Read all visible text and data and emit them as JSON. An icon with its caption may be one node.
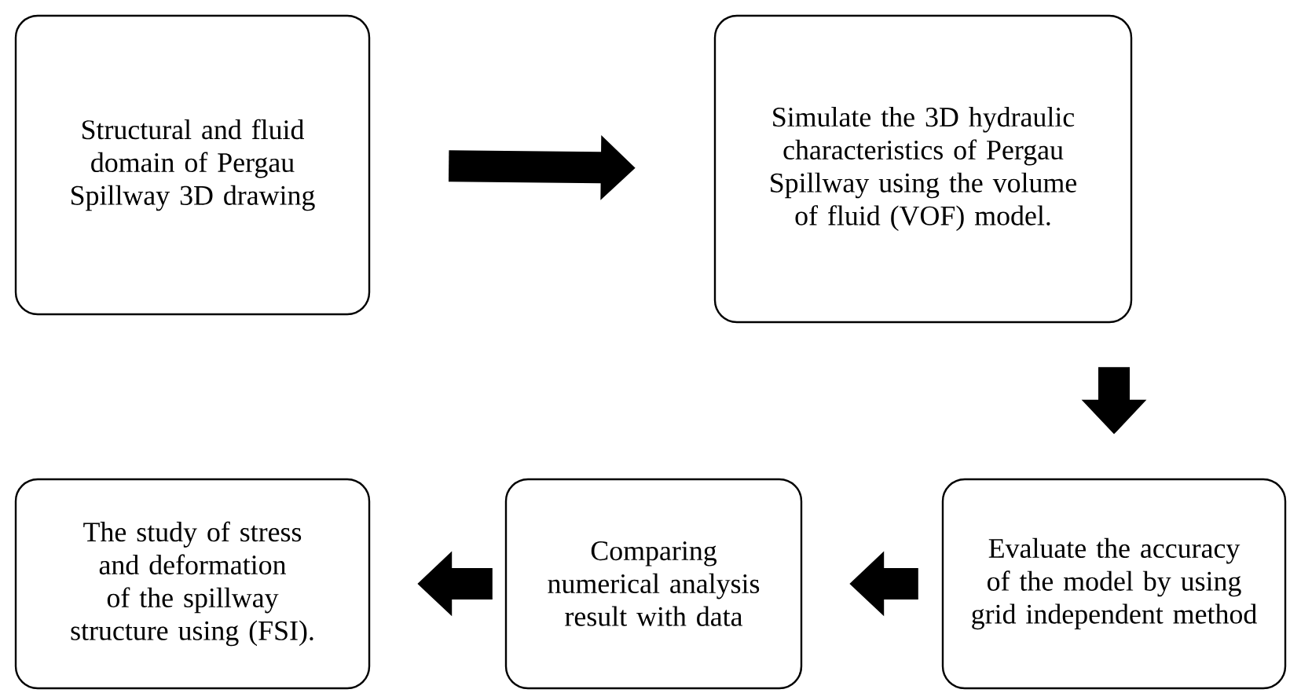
{
  "diagram": {
    "nodes": [
      {
        "text": [
          "Structural and fluid domain of Pergau Spillway 3D drawing"
        ]
      },
      {
        "text": [
          "Simulate the 3D hydraulic characteristics of Pergau Spillway using the volume of fluid (VOF) model."
        ]
      },
      {
        "text": [
          "Evaluate the accuracy of the model by using grid independent method"
        ]
      },
      {
        "text": [
          "Comparing numerical analysis result with data"
        ]
      },
      {
        "text": [
          "The study of stress and deformation of the spillway structure using (FSI)."
        ]
      }
    ],
    "edges": [
      {
        "from": 0,
        "to": 1,
        "arrow": "to"
      },
      {
        "from": 1,
        "to": 2,
        "arrow": "to"
      },
      {
        "from": 2,
        "to": 3,
        "arrow": "to"
      },
      {
        "from": 3,
        "to": 4,
        "arrow": "to"
      }
    ]
  }
}
